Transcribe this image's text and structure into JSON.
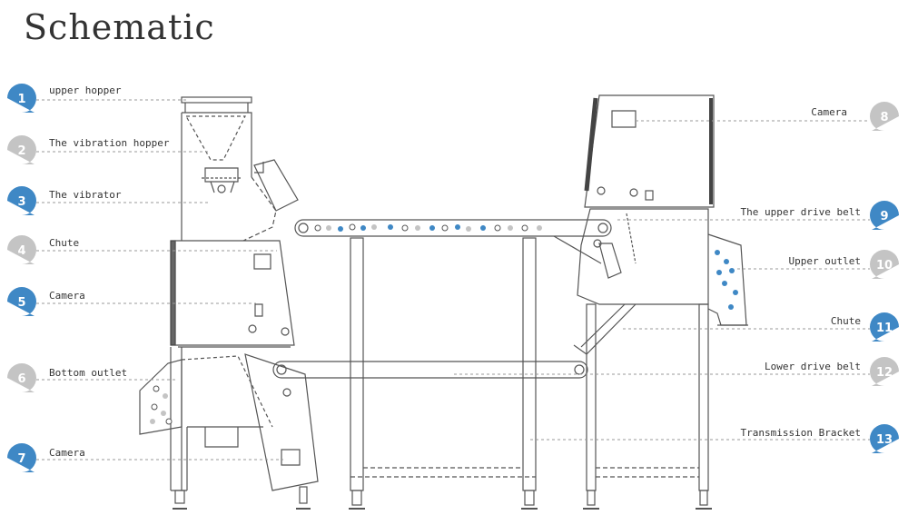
{
  "title": "Schematic",
  "colors": {
    "blue": "#3f88c5",
    "grey": "#c4c4c4",
    "line": "#555555",
    "ink": "#333333"
  },
  "callouts": [
    {
      "num": "1",
      "label": "upper hopper",
      "color": "#3f88c5"
    },
    {
      "num": "2",
      "label": "The vibration hopper",
      "color": "#c4c4c4"
    },
    {
      "num": "3",
      "label": "The vibrator",
      "color": "#3f88c5"
    },
    {
      "num": "4",
      "label": "Chute",
      "color": "#c4c4c4"
    },
    {
      "num": "5",
      "label": "Camera",
      "color": "#3f88c5"
    },
    {
      "num": "6",
      "label": "Bottom outlet",
      "color": "#c4c4c4"
    },
    {
      "num": "7",
      "label": "Camera",
      "color": "#3f88c5"
    },
    {
      "num": "8",
      "label": "Camera",
      "color": "#c4c4c4"
    },
    {
      "num": "9",
      "label": "The upper drive belt",
      "color": "#3f88c5"
    },
    {
      "num": "10",
      "label": "Upper outlet",
      "color": "#c4c4c4"
    },
    {
      "num": "11",
      "label": "Chute",
      "color": "#3f88c5"
    },
    {
      "num": "12",
      "label": "Lower drive belt",
      "color": "#c4c4c4"
    },
    {
      "num": "13",
      "label": "Transmission Bracket",
      "color": "#3f88c5"
    }
  ]
}
